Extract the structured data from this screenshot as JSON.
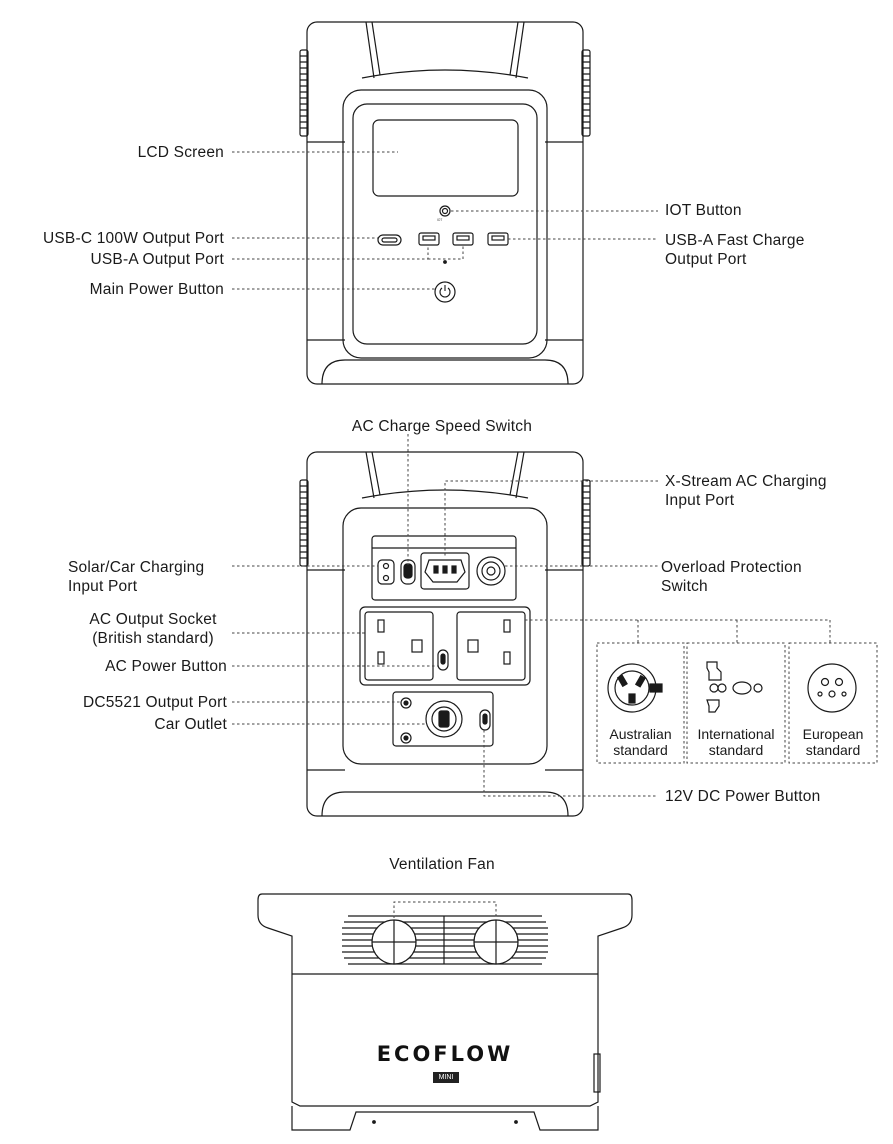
{
  "front": {
    "lcd_screen": "LCD Screen",
    "usb_c_port": "USB-C 100W Output Port",
    "usb_a_port": "USB-A Output Port",
    "main_power_button": "Main Power Button",
    "iot_button": "IOT Button",
    "usb_a_fast_line1": "USB-A Fast Charge",
    "usb_a_fast_line2": "Output Port"
  },
  "back": {
    "ac_charge_speed_switch": "AC Charge Speed Switch",
    "xstream_line1": "X-Stream AC Charging",
    "xstream_line2": "Input Port",
    "solar_line1": "Solar/Car Charging",
    "solar_line2": "Input Port",
    "overload_line1": "Overload Protection",
    "overload_line2": "Switch",
    "ac_socket_line1": "AC Output Socket",
    "ac_socket_line2": "(British standard)",
    "ac_power_button": "AC Power Button",
    "dc5521_port": "DC5521 Output Port",
    "car_outlet": "Car Outlet",
    "dc_power_button": "12V DC Power Button"
  },
  "standards": [
    {
      "line1": "Australian",
      "line2": "standard"
    },
    {
      "line1": "International",
      "line2": "standard"
    },
    {
      "line1": "European",
      "line2": "standard"
    }
  ],
  "top": {
    "ventilation_fan": "Ventilation Fan",
    "brand": "ECOFLOW",
    "model": "MINI"
  }
}
